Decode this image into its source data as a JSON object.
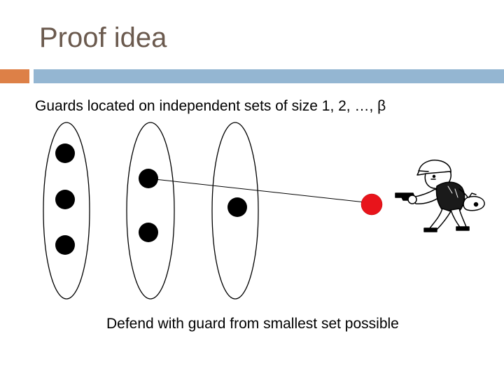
{
  "slide": {
    "title": "Proof idea",
    "subtitle": "Guards located on independent sets of size 1, 2, …, β",
    "caption": "Defend with guard from smallest set possible"
  },
  "colors": {
    "title": "#6b5a4e",
    "accent_orange": "#dd8047",
    "accent_blue": "#94b6d2",
    "guard": "#000000",
    "intruder": "#e8141b"
  },
  "diagram": {
    "sets": [
      {
        "name": "set-size-3",
        "guards": 3
      },
      {
        "name": "set-size-2",
        "guards": 2
      },
      {
        "name": "set-size-1",
        "guards": 1
      }
    ],
    "intruder": {
      "label": ""
    },
    "attacker_icon": "robber-with-gun-icon"
  }
}
